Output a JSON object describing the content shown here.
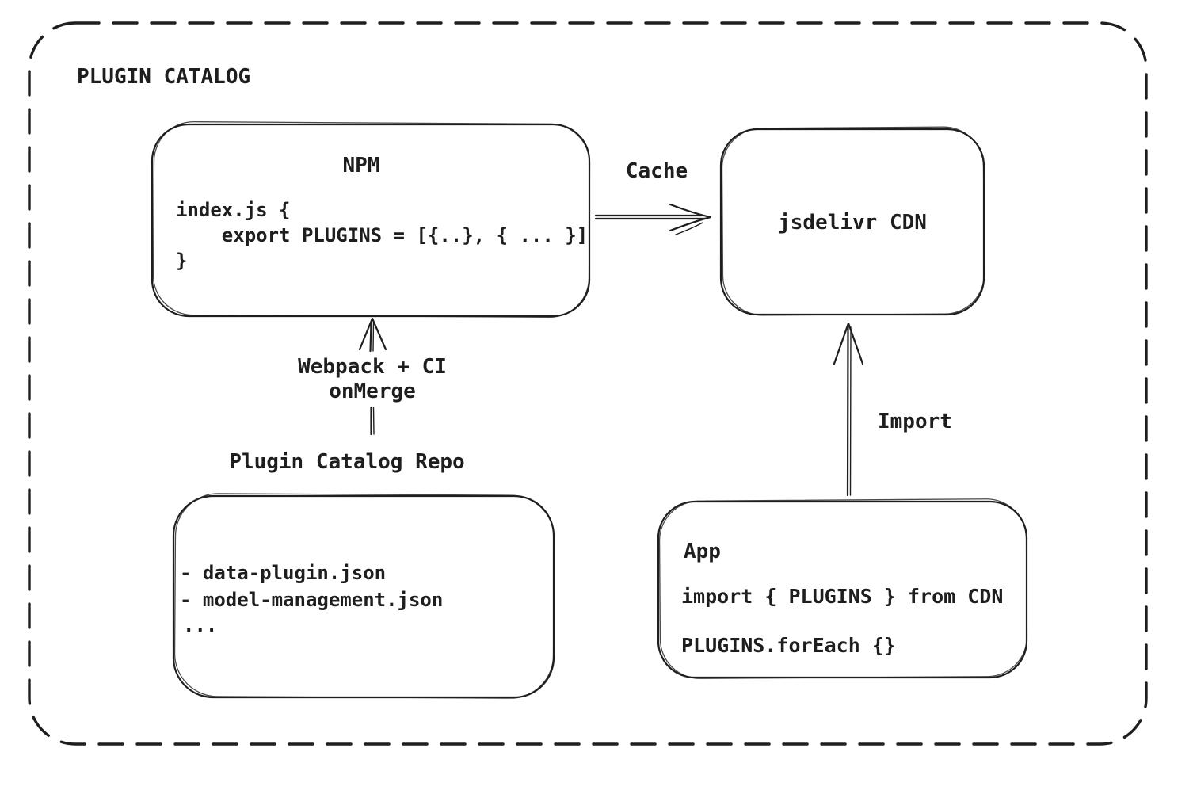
{
  "diagram": {
    "title": "PLUGIN CATALOG",
    "colors": {
      "ink": "#1e1e1e",
      "background": "#ffffff"
    },
    "nodes": {
      "npm": {
        "title": "NPM",
        "code_lines": [
          "index.js {",
          "    export PLUGINS = [{..}, { ... }]",
          "}"
        ]
      },
      "cdn": {
        "label": "jsdelivr CDN"
      },
      "repo": {
        "label": "Plugin Catalog Repo",
        "files": [
          "- data-plugin.json",
          "- model-management.json",
          "..."
        ]
      },
      "app": {
        "title": "App",
        "code_lines": [
          "import { PLUGINS } from CDN",
          "PLUGINS.forEach {}"
        ]
      }
    },
    "edges": {
      "cache": {
        "label": "Cache",
        "from": "NPM",
        "to": "jsdelivr CDN"
      },
      "build": {
        "label_line1": "Webpack + CI",
        "label_line2": "onMerge",
        "from": "Plugin Catalog Repo",
        "to": "NPM"
      },
      "import": {
        "label": "Import",
        "from": "App",
        "to": "jsdelivr CDN"
      }
    }
  }
}
